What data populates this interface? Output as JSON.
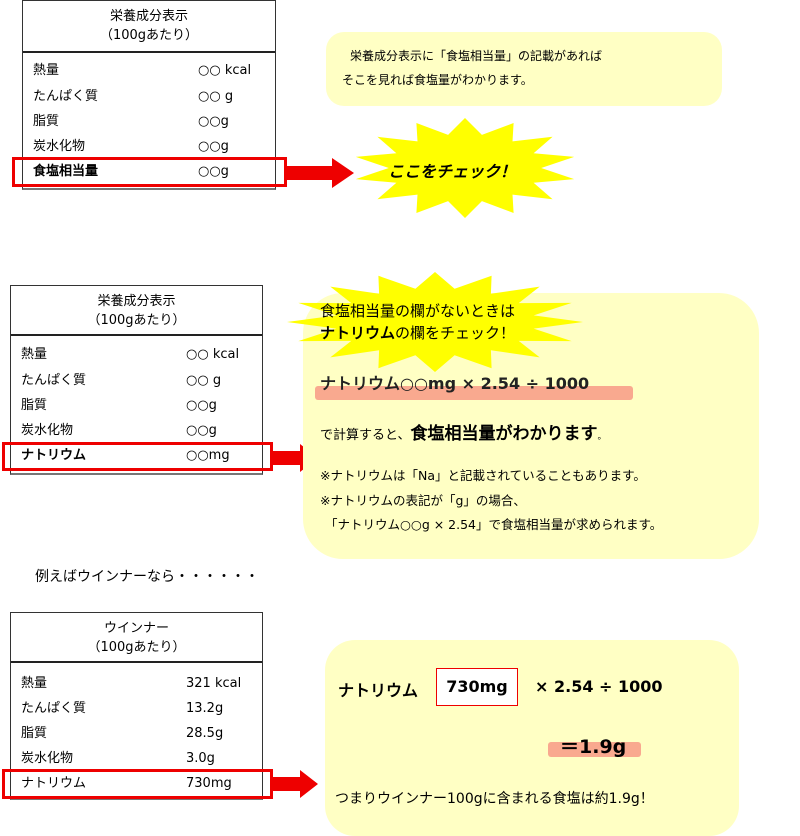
{
  "top_label": {
    "title": "栄養成分表示",
    "subtitle": "（100gあたり）",
    "rows": [
      {
        "name": "熱量",
        "value": "○○ kcal"
      },
      {
        "name": "たんぱく質",
        "value": "○○ g"
      },
      {
        "name": "脂質",
        "value": "○○g"
      },
      {
        "name": "炭水化物",
        "value": "○○g"
      },
      {
        "name": "食塩相当量",
        "value": "○○g"
      }
    ]
  },
  "top_note": {
    "line1": "栄養成分表示に「食塩相当量」の記載があれば",
    "line2": "そこを見れば食塩量がわかります。"
  },
  "top_burst": "ここをチェック！",
  "mid_label": {
    "title": "栄養成分表示",
    "subtitle": "（100gあたり）",
    "rows": [
      {
        "name": "熱量",
        "value": "○○ kcal"
      },
      {
        "name": "たんぱく質",
        "value": "○○ g"
      },
      {
        "name": "脂質",
        "value": "○○g"
      },
      {
        "name": "炭水化物",
        "value": "○○g"
      },
      {
        "name": "ナトリウム",
        "value": "○○mg"
      }
    ]
  },
  "mid_note": {
    "burst_line1": "食塩相当量の欄がないときは",
    "burst_line2_bold": "ナトリウム",
    "burst_line2_rest": "の欄をチェック！",
    "formula": "ナトリウム○○mg × 2.54 ÷ 1000",
    "calc_prefix": "で計算すると、",
    "calc_bold": "食塩相当量がわかります",
    "calc_suffix": "。",
    "note1": "※ナトリウムは「Na」と記載されていることもあります。",
    "note2": "※ナトリウムの表記が「g」の場合、",
    "note3": "「ナトリウム○○g × 2.54」で食塩相当量が求められます。"
  },
  "example_intro": "例えばウインナーなら・・・・・・",
  "bottom_label": {
    "title": "ウインナー",
    "subtitle": "（100gあたり）",
    "rows": [
      {
        "name": "熱量",
        "value": "321 kcal"
      },
      {
        "name": "たんぱく質",
        "value": "13.2g"
      },
      {
        "name": "脂質",
        "value": "28.5g"
      },
      {
        "name": "炭水化物",
        "value": "3.0g"
      },
      {
        "name": "ナトリウム",
        "value": "730mg"
      }
    ]
  },
  "bottom_note": {
    "sodium_label": "ナトリウム",
    "sodium_value": "730mg",
    "operation": "× 2.54 ÷ 1000",
    "result": "＝1.9g",
    "conclusion": "つまりウインナー100gに含まれる食塩は約1.9g！"
  },
  "colors": {
    "accent_red": "#ee0000",
    "note_yellow": "#ffffc4",
    "burst_yellow": "#ffff00",
    "highlight": "#f9a98f"
  }
}
